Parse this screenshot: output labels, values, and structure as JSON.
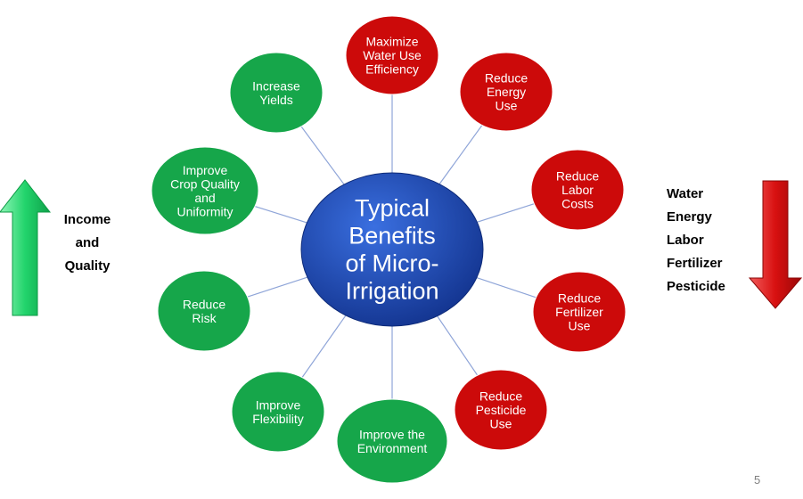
{
  "diagram": {
    "center": {
      "lines": [
        "Typical",
        "Benefits",
        "of Micro-",
        "Irrigation"
      ],
      "color": "#1c44a8"
    },
    "colors": {
      "green": "#16a64a",
      "red": "#cc0a0a",
      "connector": "#8fa5d8"
    },
    "benefits": [
      {
        "id": "maximize-water-use-efficiency",
        "lines": [
          "Maximize",
          "Water Use",
          "Efficiency"
        ],
        "color": "red"
      },
      {
        "id": "reduce-energy-use",
        "lines": [
          "Reduce",
          "Energy",
          "Use"
        ],
        "color": "red"
      },
      {
        "id": "reduce-labor-costs",
        "lines": [
          "Reduce",
          "Labor",
          "Costs"
        ],
        "color": "red"
      },
      {
        "id": "reduce-fertilizer-use",
        "lines": [
          "Reduce",
          "Fertilizer",
          "Use"
        ],
        "color": "red"
      },
      {
        "id": "reduce-pesticide-use",
        "lines": [
          "Reduce",
          "Pesticide",
          "Use"
        ],
        "color": "red"
      },
      {
        "id": "improve-the-environment",
        "lines": [
          "Improve the",
          "Environment"
        ],
        "color": "green"
      },
      {
        "id": "improve-flexibility",
        "lines": [
          "Improve",
          "Flexibility"
        ],
        "color": "green"
      },
      {
        "id": "reduce-risk",
        "lines": [
          "Reduce",
          "Risk"
        ],
        "color": "green"
      },
      {
        "id": "improve-crop-quality-and-uniformity",
        "lines": [
          "Improve",
          "Crop Quality",
          "and",
          "Uniformity"
        ],
        "color": "green"
      },
      {
        "id": "increase-yields",
        "lines": [
          "Increase",
          "Yields"
        ],
        "color": "green"
      }
    ]
  },
  "left_side": {
    "arrow": "up-arrow",
    "arrow_color": "#2ee07a",
    "lines": [
      "Income",
      "and",
      "Quality"
    ]
  },
  "right_side": {
    "arrow": "down-arrow",
    "arrow_color": "#dd1010",
    "lines": [
      "Water",
      "Energy",
      "Labor",
      "Fertilizer",
      "Pesticide"
    ]
  },
  "page_number": "5"
}
